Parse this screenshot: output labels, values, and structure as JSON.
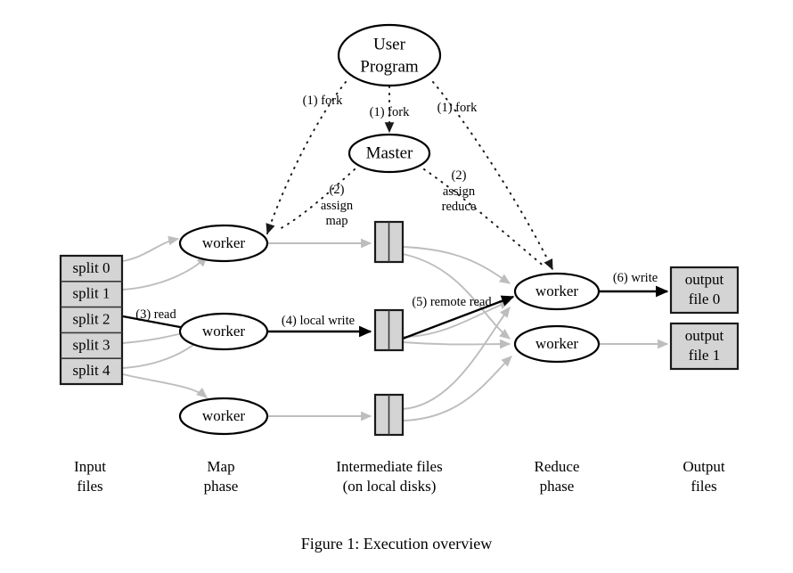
{
  "figure": {
    "caption": "Figure 1: Execution overview"
  },
  "colors": {
    "box_fill": "#d4d4d4",
    "box_stroke": "#1a1a1a",
    "ellipse_fill": "#ffffff",
    "ellipse_stroke": "#000000",
    "edge_dark": "#000000",
    "edge_gray": "#bdbdbd",
    "edge_dotted": "#1a1a1a",
    "background": "#ffffff"
  },
  "nodes": {
    "user_program": {
      "line1": "User",
      "line2": "Program"
    },
    "master": {
      "label": "Master"
    },
    "map_workers": [
      {
        "label": "worker"
      },
      {
        "label": "worker"
      },
      {
        "label": "worker"
      }
    ],
    "reduce_workers": [
      {
        "label": "worker"
      },
      {
        "label": "worker"
      }
    ],
    "input_splits": [
      {
        "label": "split 0"
      },
      {
        "label": "split 1"
      },
      {
        "label": "split 2"
      },
      {
        "label": "split 3"
      },
      {
        "label": "split 4"
      }
    ],
    "intermediate_files": [
      {
        "label": ""
      },
      {
        "label": ""
      },
      {
        "label": ""
      }
    ],
    "output_files": [
      {
        "line1": "output",
        "line2": "file 0"
      },
      {
        "line1": "output",
        "line2": "file 1"
      }
    ]
  },
  "edge_labels": {
    "fork_left": "(1) fork",
    "fork_center": "(1) fork",
    "fork_right": "(1) fork",
    "assign_map_num": "(2)",
    "assign_map_l1": "assign",
    "assign_map_l2": "map",
    "assign_reduce_num": "(2)",
    "assign_reduce_l1": "assign",
    "assign_reduce_l2": "reduce",
    "read": "(3) read",
    "local_write": "(4) local write",
    "remote_read": "(5) remote read",
    "write": "(6) write"
  },
  "phase_labels": [
    {
      "line1": "Input",
      "line2": "files"
    },
    {
      "line1": "Map",
      "line2": "phase"
    },
    {
      "line1": "Intermediate files",
      "line2": "(on local disks)"
    },
    {
      "line1": "Reduce",
      "line2": "phase"
    },
    {
      "line1": "Output",
      "line2": "files"
    }
  ]
}
